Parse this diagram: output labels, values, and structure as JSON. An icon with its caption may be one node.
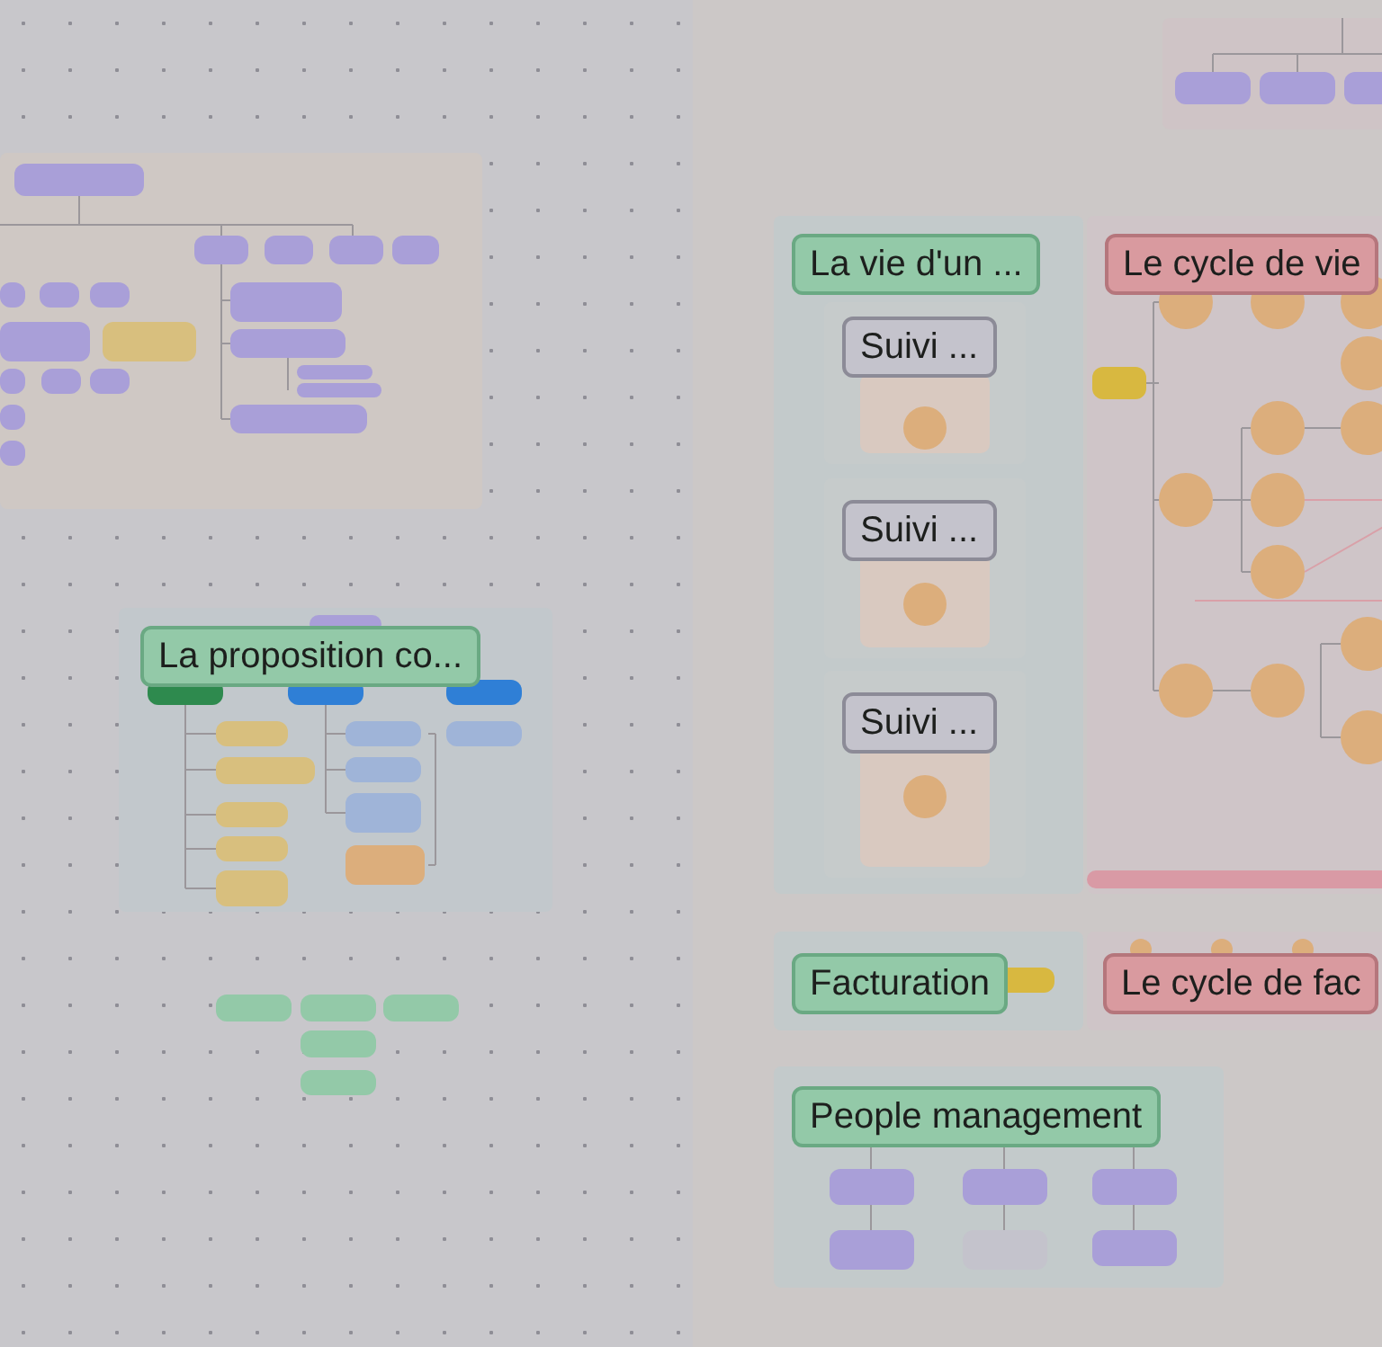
{
  "diagram": {
    "nodes": [
      {
        "text": [],
        "shape": "box"
      },
      {
        "text": [],
        "shape": "box"
      },
      {
        "text": [
          "La vie d'un ..."
        ]
      },
      {
        "text": [
          "Suivi ..."
        ],
        "in": 2
      },
      {
        "text": [
          "Suivi ..."
        ],
        "in": 2
      },
      {
        "text": [
          "Suivi ..."
        ],
        "in": 2
      },
      {
        "text": [
          "Le cycle de vie"
        ]
      },
      {
        "text": [
          "La proposition co..."
        ]
      },
      {
        "text": [
          "Facturation"
        ]
      },
      {
        "text": [
          "Le cycle de fac"
        ]
      },
      {
        "text": [
          "People management"
        ]
      }
    ]
  }
}
